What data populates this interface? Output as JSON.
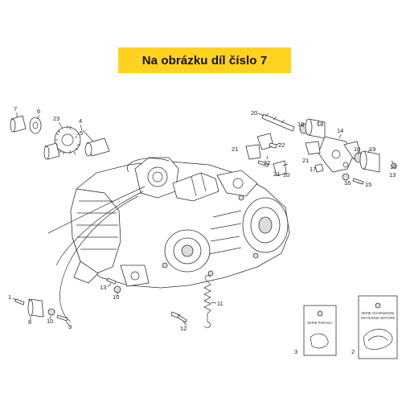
{
  "banner": {
    "text": "Na obrázku díl číslo 7",
    "color": "#ffd21f"
  },
  "part_numbers": [
    "1",
    "2",
    "3",
    "4",
    "5",
    "6",
    "7",
    "8",
    "9",
    "10",
    "11",
    "12",
    "13",
    "14",
    "15",
    "16",
    "17",
    "18",
    "19",
    "20",
    "21",
    "22",
    "23"
  ],
  "cards": {
    "card_a": {
      "label_number": "3",
      "text": "SERIE PARAOLI"
    },
    "card_b": {
      "label_number": "2",
      "line1": "SERIE GUARNIZIONI",
      "line2": "REVISIONE MOTORE"
    }
  },
  "icons": [
    "engine-assembly-drawing",
    "gasket-card-icon"
  ]
}
